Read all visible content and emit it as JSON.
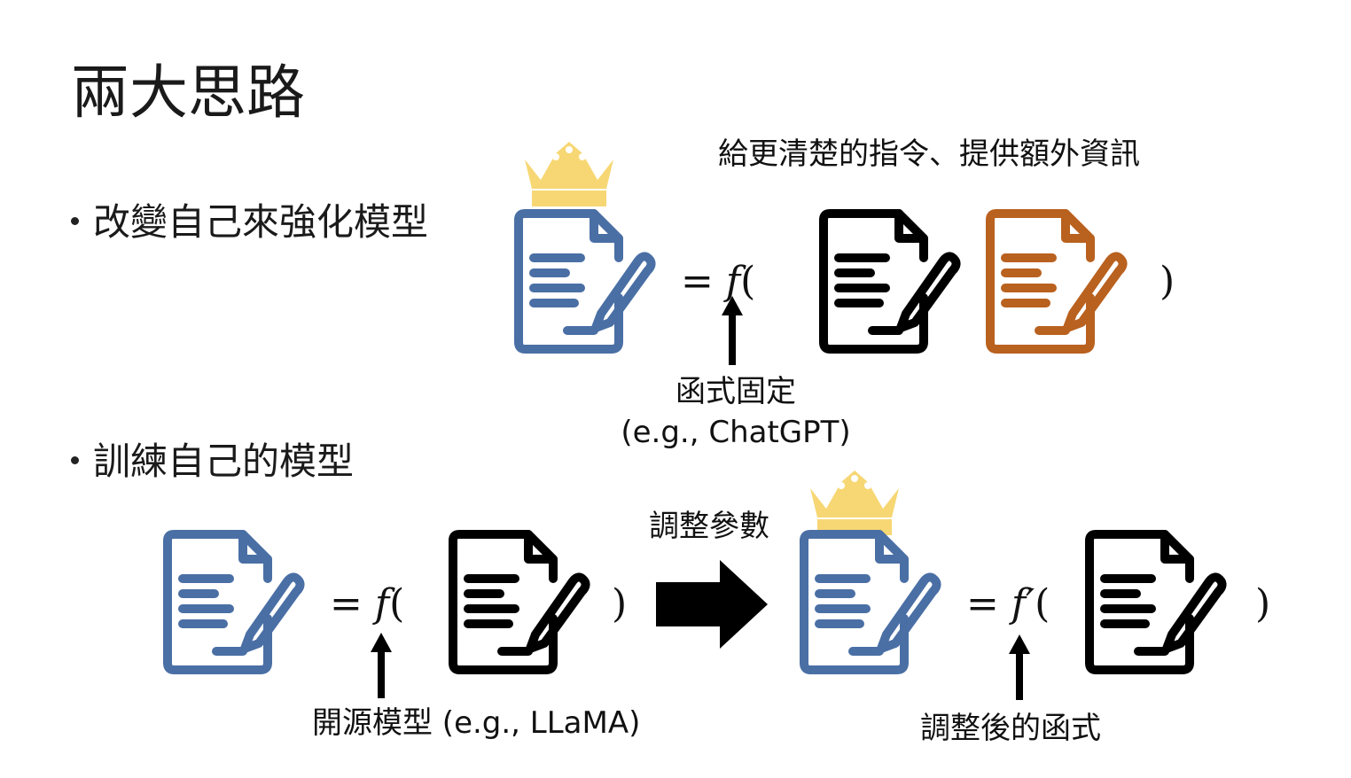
{
  "title": "兩大思路",
  "bullets": {
    "first": "改變自己來強化模型",
    "second": "訓練自己的模型"
  },
  "top_section": {
    "caption": "給更清楚的指令、提供額外資訊",
    "equation": {
      "equals": "=",
      "func": "f",
      "open": "(",
      "close": ")"
    },
    "fixed_label": "函式固定",
    "fixed_example": "(e.g., ChatGPT)"
  },
  "bottom_section": {
    "left_equation": {
      "equals": "=",
      "func": "f",
      "open": "(",
      "close": ")"
    },
    "adjust_label": "調整參數",
    "right_equation": {
      "equals": "=",
      "func": "f′",
      "open": "(",
      "close": ")"
    },
    "open_source_label": "開源模型 (e.g., LLaMA)",
    "adjusted_func_label": "調整後的函式"
  },
  "colors": {
    "blue_doc": "#4a6fa5",
    "black_doc": "#000000",
    "orange_doc": "#b9611f",
    "crown": "#f7d774"
  },
  "icons": [
    "document-pen-icon",
    "crown-icon",
    "arrow-up-icon",
    "arrow-right-icon"
  ]
}
